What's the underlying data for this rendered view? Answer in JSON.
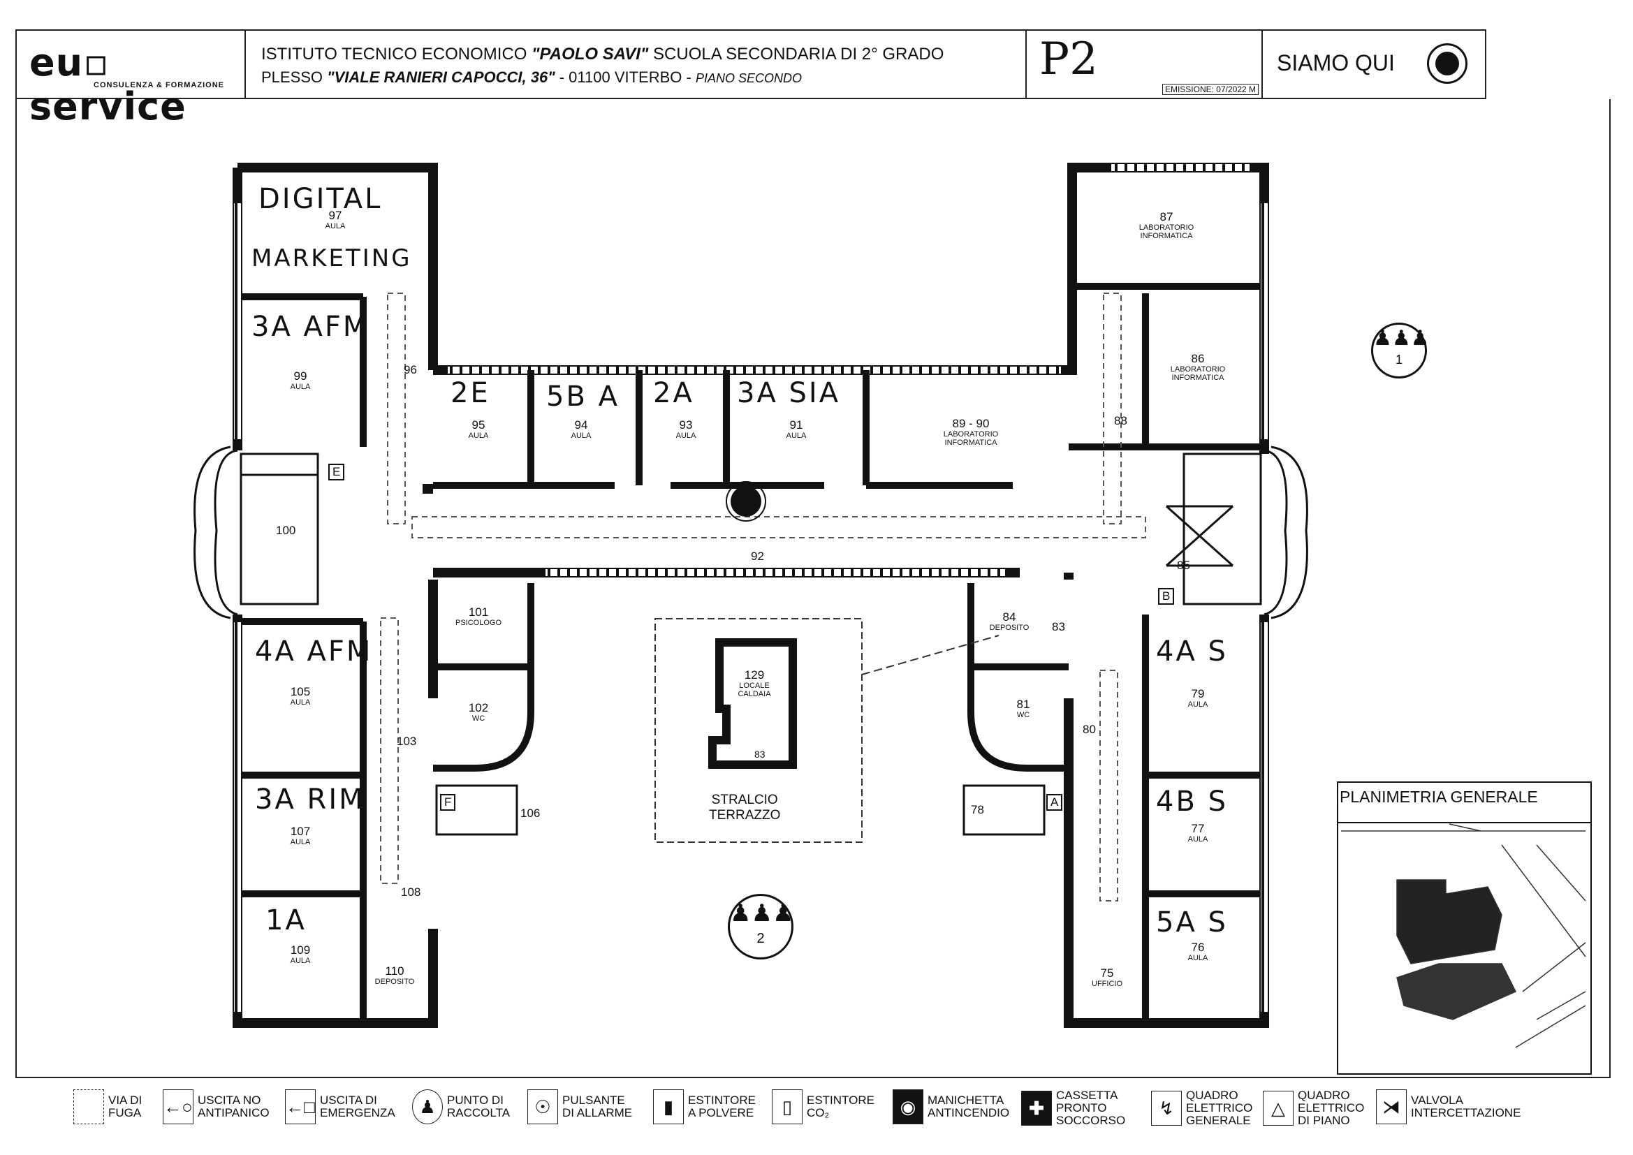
{
  "header": {
    "logo": "eu▫ service",
    "logo_tagline": "CONSULENZA & FORMAZIONE",
    "title_line1_a": "ISTITUTO  TECNICO ECONOMICO ",
    "title_line1_b": "\"PAOLO SAVI\"",
    "title_line1_c": " SCUOLA SECONDARIA DI 2° GRADO",
    "title_line2_a": "PLESSO ",
    "title_line2_b": "\"VIALE RANIERI CAPOCCI, 36\"",
    "title_line2_c": " - 01100 VITERBO - ",
    "title_line2_d": "PIANO SECONDO",
    "floor_code": "P2",
    "emission": "EMISSIONE: 07/2022 M",
    "you_are_here": "SIAMO QUI"
  },
  "rooms": [
    {
      "id": "97",
      "num": "97",
      "sub": "AULA",
      "hand": "DIGITAL"
    },
    {
      "id": "97b",
      "num": "",
      "sub": "",
      "hand": "MARKETING"
    },
    {
      "id": "99",
      "num": "99",
      "sub": "AULA",
      "hand": "3A AFM"
    },
    {
      "id": "96",
      "num": "96",
      "sub": "",
      "hand": ""
    },
    {
      "id": "95",
      "num": "95",
      "sub": "AULA",
      "hand": "2E"
    },
    {
      "id": "94",
      "num": "94",
      "sub": "AULA",
      "hand": "5B A"
    },
    {
      "id": "93",
      "num": "93",
      "sub": "AULA",
      "hand": "2A"
    },
    {
      "id": "91",
      "num": "91",
      "sub": "AULA",
      "hand": "3A SIA"
    },
    {
      "id": "89",
      "num": "89 - 90",
      "sub": "LABORATORIO\nINFORMATICA",
      "hand": ""
    },
    {
      "id": "87",
      "num": "87",
      "sub": "LABORATORIO\nINFORMATICA",
      "hand": ""
    },
    {
      "id": "86",
      "num": "86",
      "sub": "LABORATORIO\nINFORMATICA",
      "hand": ""
    },
    {
      "id": "88",
      "num": "88",
      "sub": "",
      "hand": ""
    },
    {
      "id": "100",
      "num": "100",
      "sub": "",
      "hand": ""
    },
    {
      "id": "92",
      "num": "92",
      "sub": "",
      "hand": ""
    },
    {
      "id": "85",
      "num": "85",
      "sub": "",
      "hand": ""
    },
    {
      "id": "101",
      "num": "101",
      "sub": "PSICOLOGO",
      "hand": ""
    },
    {
      "id": "102",
      "num": "102",
      "sub": "WC",
      "hand": ""
    },
    {
      "id": "103",
      "num": "103",
      "sub": "",
      "hand": ""
    },
    {
      "id": "105",
      "num": "105",
      "sub": "AULA",
      "hand": "4A AFM"
    },
    {
      "id": "106",
      "num": "106",
      "sub": "",
      "hand": ""
    },
    {
      "id": "107",
      "num": "107",
      "sub": "AULA",
      "hand": "3A RIM"
    },
    {
      "id": "108",
      "num": "108",
      "sub": "",
      "hand": ""
    },
    {
      "id": "109",
      "num": "109",
      "sub": "AULA",
      "hand": "1A"
    },
    {
      "id": "110",
      "num": "110",
      "sub": "DEPOSITO",
      "hand": ""
    },
    {
      "id": "84",
      "num": "84",
      "sub": "DEPOSITO",
      "hand": ""
    },
    {
      "id": "83",
      "num": "83",
      "sub": "",
      "hand": ""
    },
    {
      "id": "81",
      "num": "81",
      "sub": "WC",
      "hand": ""
    },
    {
      "id": "80",
      "num": "80",
      "sub": "",
      "hand": ""
    },
    {
      "id": "79",
      "num": "79",
      "sub": "AULA",
      "hand": "4A S"
    },
    {
      "id": "78",
      "num": "78",
      "sub": "",
      "hand": ""
    },
    {
      "id": "77",
      "num": "77",
      "sub": "AULA",
      "hand": "4B S"
    },
    {
      "id": "76",
      "num": "76",
      "sub": "AULA",
      "hand": "5A S"
    },
    {
      "id": "75",
      "num": "75",
      "sub": "UFFICIO",
      "hand": ""
    },
    {
      "id": "129",
      "num": "129",
      "sub": "LOCALE\nCALDAIA",
      "hand": ""
    },
    {
      "id": "83b",
      "num": "83",
      "sub": "",
      "hand": ""
    }
  ],
  "terrace": "STRALCIO\nTERRAZZO",
  "exits": {
    "E": "E",
    "F": "F",
    "A": "A",
    "B": "B"
  },
  "assembly_points": [
    "1",
    "2"
  ],
  "site_plan_title": "PLANIMETRIA GENERALE",
  "legend": [
    {
      "icon": "escape-route-icon",
      "text": "VIA DI\nFUGA"
    },
    {
      "icon": "non-panic-exit-icon",
      "text": "USCITA NO\nANTIPANICO"
    },
    {
      "icon": "emergency-exit-icon",
      "text": "USCITA DI\nEMERGENZA"
    },
    {
      "icon": "assembly-point-icon",
      "text": "PUNTO DI\nRACCOLTA"
    },
    {
      "icon": "alarm-button-icon",
      "text": "PULSANTE\nDI ALLARME"
    },
    {
      "icon": "powder-extinguisher-icon",
      "text": "ESTINTORE\nA POLVERE"
    },
    {
      "icon": "co2-extinguisher-icon",
      "text": "ESTINTORE\nCO₂"
    },
    {
      "icon": "fire-hose-icon",
      "text": "MANICHETTA\nANTINCENDIO"
    },
    {
      "icon": "first-aid-icon",
      "text": "CASSETTA\nPRONTO\nSOCCORSO"
    },
    {
      "icon": "main-electric-panel-icon",
      "text": "QUADRO\nELETTRICO\nGENERALE"
    },
    {
      "icon": "floor-electric-panel-icon",
      "text": "QUADRO\nELETTRICO\nDI PIANO"
    },
    {
      "icon": "shutoff-valve-icon",
      "text": "VALVOLA\nINTERCETTAZIONE"
    }
  ]
}
